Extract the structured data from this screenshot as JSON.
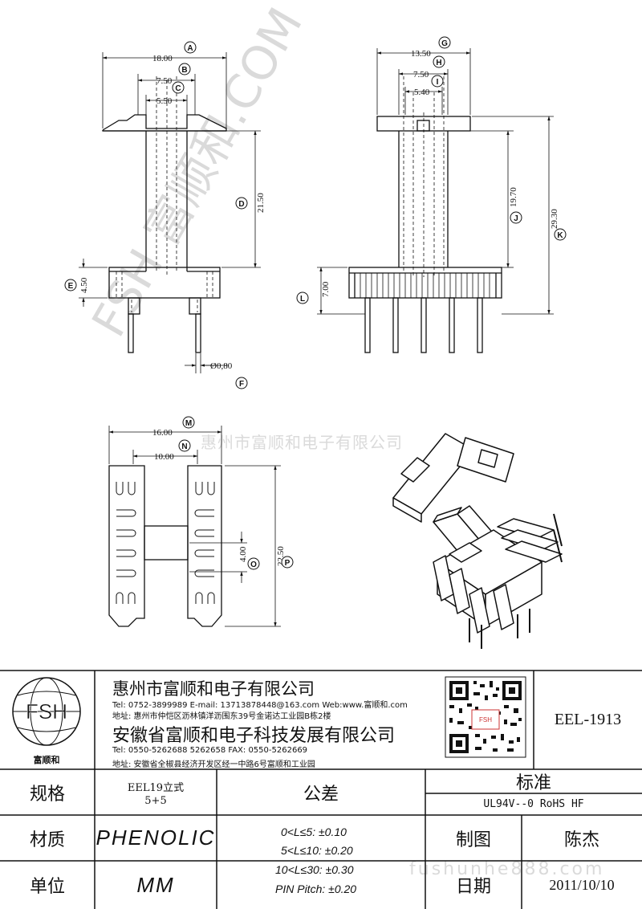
{
  "dimensions": {
    "A": "18.00",
    "B": "7.50",
    "C": "5.50",
    "D": "21.50",
    "E": "4.50",
    "F": "Ø0,80",
    "G": "13.50",
    "H": "7.50",
    "I": "5.40",
    "J": "19.70",
    "K": "29.30",
    "L": "7.00",
    "M": "16.00",
    "N": "10.00",
    "O": "4.00",
    "P": "22.50"
  },
  "markers": [
    "A",
    "B",
    "C",
    "D",
    "E",
    "F",
    "G",
    "H",
    "I",
    "J",
    "K",
    "L",
    "M",
    "N",
    "O",
    "P"
  ],
  "watermarks": {
    "company": "惠州市富顺和电子有限公司",
    "diagonal": "FSH 富顺和.COM",
    "site": "fushunhe888.com"
  },
  "logo": {
    "text": "FSH",
    "caption": "富顺和"
  },
  "company1": {
    "name": "惠州市富顺和电子有限公司",
    "tel_line": "Tel:   0752-3899989   E-mail: 13713878448@163.com   Web:www.富顺和.com",
    "address": "地址: 惠州市仲恺区沥林镇洋沥围东39号金诺达工业园B栋2楼"
  },
  "company2": {
    "name": "安徽省富顺和电子科技发展有限公司",
    "tel_line": "Tel:   0550-5262688  5262658      FAX:  0550-5262669",
    "address": "地址: 安徽省全椒县经济开发区经一中路6号富顺和工业园"
  },
  "part_number": "EEL-1913",
  "spec": {
    "label": "规格",
    "value1": "EEL19立式",
    "value2": "5+5"
  },
  "material": {
    "label": "材质",
    "value": "PHENOLIC"
  },
  "unit": {
    "label": "单位",
    "value": "MM"
  },
  "tolerance": {
    "label": "公差",
    "lines": [
      "0<L≤5: ±0.10",
      "5<L≤10: ±0.20",
      "10<L≤30: ±0.30",
      "PIN Pitch: ±0.20"
    ]
  },
  "standard": {
    "label": "标准",
    "value": "UL94V--0  RoHS HF"
  },
  "drawn": {
    "label": "制图",
    "value": "陈杰"
  },
  "date": {
    "label": "日期",
    "value": "2011/10/10"
  }
}
